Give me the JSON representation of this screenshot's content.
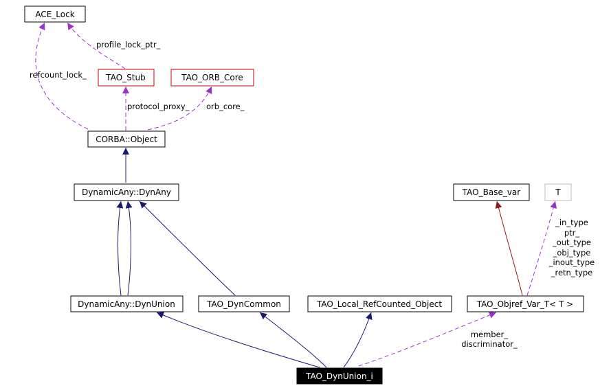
{
  "colors": {
    "node_border": "#000000",
    "highlight_node_border": "#cc0000",
    "template_param_border": "#bfbfbf",
    "focus_node_fill": "#000000",
    "focus_node_text": "#ffffff",
    "inheritance_edge": "#191970",
    "private_inheritance_edge": "#8b1a1a",
    "usage_edge": "#9a32cd"
  },
  "nodes": {
    "ace_lock": "ACE_Lock",
    "tao_stub": "TAO_Stub",
    "tao_orb_core": "TAO_ORB_Core",
    "corba_object": "CORBA::Object",
    "dynamicany_dynany": "DynamicAny::DynAny",
    "tao_base_var": "TAO_Base_var",
    "t_param": "T",
    "dynamicany_dynunion": "DynamicAny::DynUnion",
    "tao_dyncommon": "TAO_DynCommon",
    "tao_local_refcounted_object": "TAO_Local_RefCounted_Object",
    "tao_objref_var_t": "TAO_Objref_Var_T< T >",
    "tao_dynunion_i": "TAO_DynUnion_i"
  },
  "edge_labels": {
    "profile_lock_ptr": "profile_lock_ptr_",
    "refcount_lock": "refcount_lock_",
    "protocol_proxy": "protocol_proxy_",
    "orb_core": "orb_core_",
    "in_type": "_in_type",
    "ptr": "ptr_",
    "out_type": "_out_type",
    "obj_type": "_obj_type",
    "inout_type": "_inout_type",
    "retn_type": "_retn_type",
    "member": "member_",
    "discriminator": "discriminator_"
  }
}
